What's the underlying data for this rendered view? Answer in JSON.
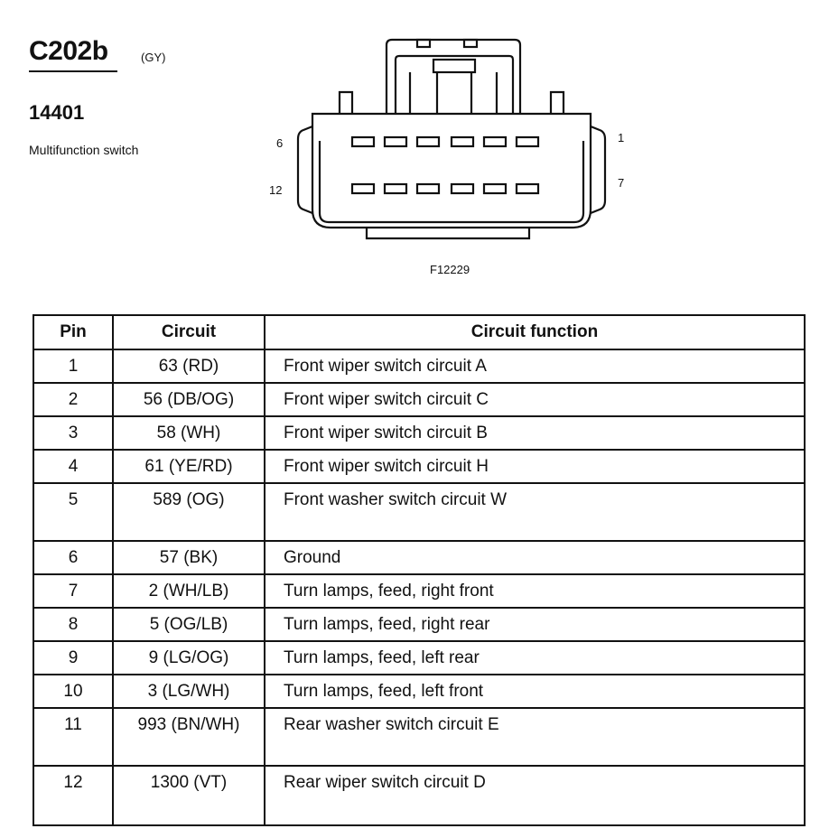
{
  "header": {
    "connector_code": "C202b",
    "connector_color": "(GY)",
    "part_number": "14401",
    "description": "Multifunction switch"
  },
  "diagram": {
    "pin_labels": {
      "top_left": "6",
      "bottom_left": "12",
      "top_right": "1",
      "bottom_right": "7"
    },
    "figure_id": "F12229"
  },
  "table": {
    "headers": [
      "Pin",
      "Circuit",
      "Circuit function"
    ],
    "rows": [
      {
        "pin": "1",
        "circuit": "63 (RD)",
        "function": "Front wiper switch circuit A"
      },
      {
        "pin": "2",
        "circuit": "56 (DB/OG)",
        "function": "Front wiper switch circuit C"
      },
      {
        "pin": "3",
        "circuit": "58 (WH)",
        "function": "Front wiper switch circuit B"
      },
      {
        "pin": "4",
        "circuit": "61 (YE/RD)",
        "function": "Front wiper switch circuit H"
      },
      {
        "pin": "5",
        "circuit": "589 (OG)",
        "function": "Front washer switch circuit W"
      },
      {
        "pin": "6",
        "circuit": "57 (BK)",
        "function": "Ground"
      },
      {
        "pin": "7",
        "circuit": "2 (WH/LB)",
        "function": "Turn lamps, feed, right front"
      },
      {
        "pin": "8",
        "circuit": "5 (OG/LB)",
        "function": "Turn lamps, feed, right rear"
      },
      {
        "pin": "9",
        "circuit": "9 (LG/OG)",
        "function": "Turn lamps, feed, left rear"
      },
      {
        "pin": "10",
        "circuit": "3 (LG/WH)",
        "function": "Turn lamps, feed, left front"
      },
      {
        "pin": "11",
        "circuit": "993 (BN/WH)",
        "function": "Rear washer switch circuit E"
      },
      {
        "pin": "12",
        "circuit": "1300 (VT)",
        "function": "Rear wiper switch circuit D"
      }
    ]
  }
}
